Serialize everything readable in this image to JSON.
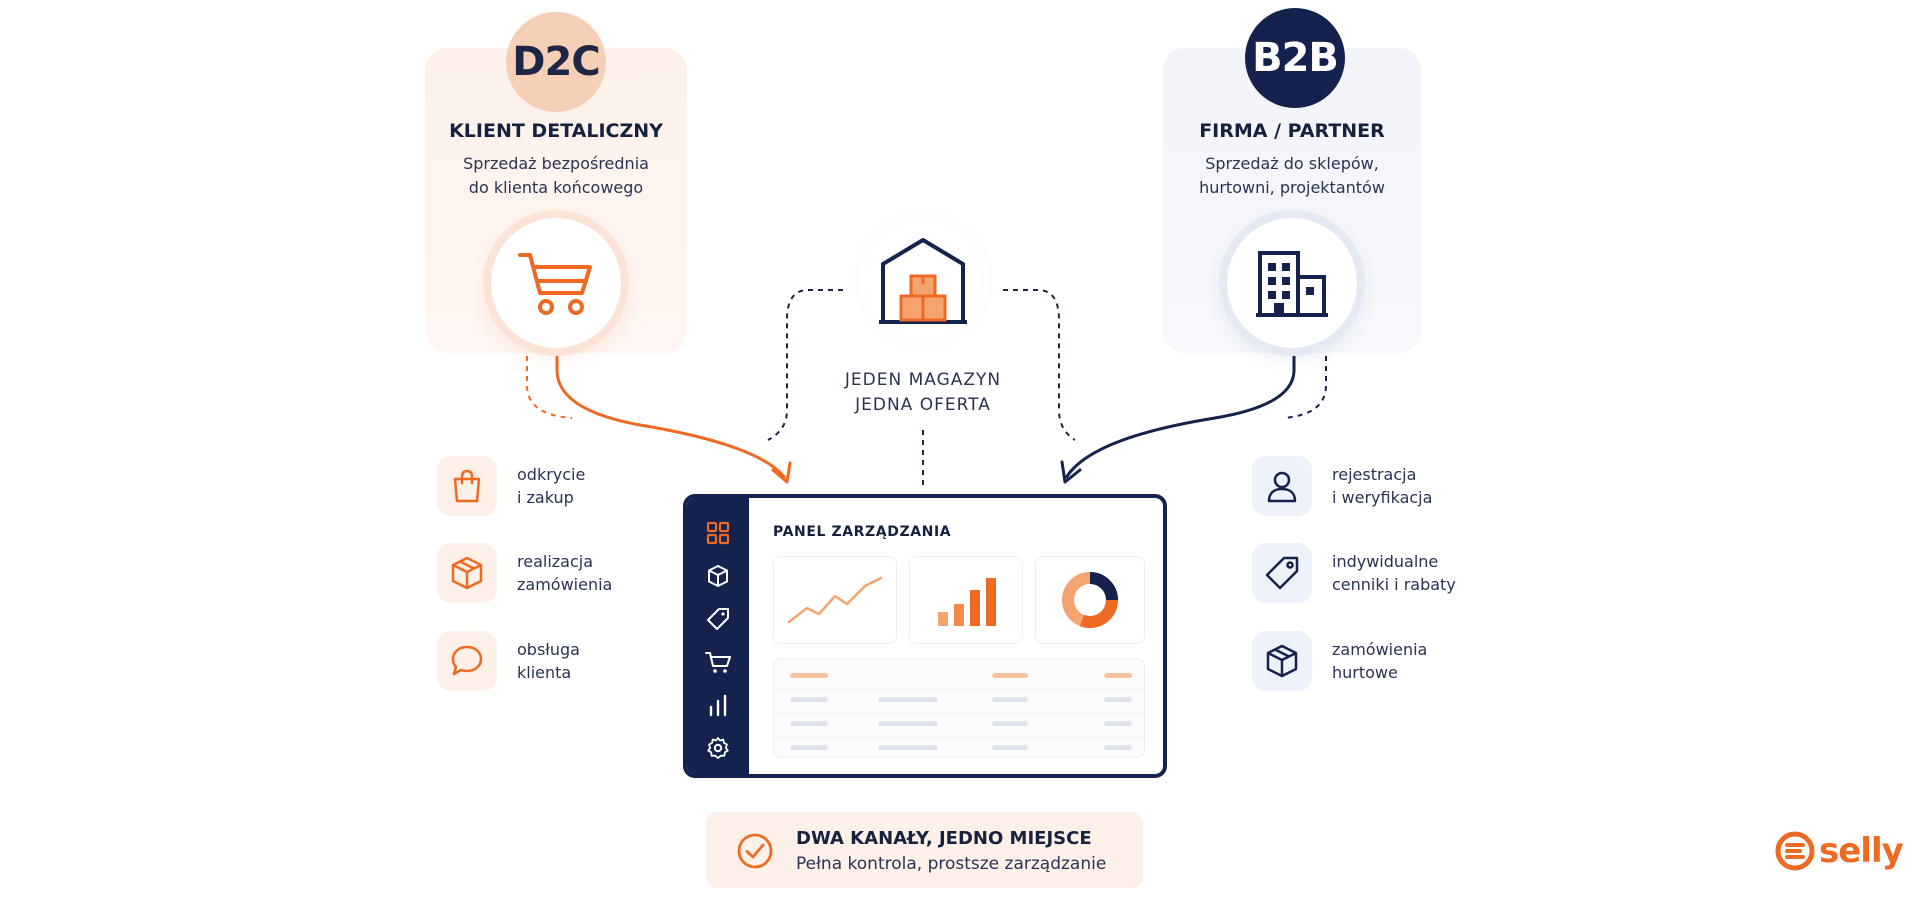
{
  "d2c": {
    "badge": "D2C",
    "title": "KLIENT DETALICZNY",
    "subtitle_line1": "Sprzedaż bezpośrednia",
    "subtitle_line2": "do klienta końcowego",
    "icon": "shopping-cart-icon",
    "color": "#ee6a22"
  },
  "b2b": {
    "badge": "B2B",
    "title": "FIRMA / PARTNER",
    "subtitle_line1": "Sprzedaż do sklepów,",
    "subtitle_line2": "hurtowni, projektantów",
    "icon": "office-building-icon",
    "color": "#14224d"
  },
  "warehouse": {
    "icon": "warehouse-icon",
    "line1": "JEDEN MAGAZYN",
    "line2": "JEDNA OFERTA"
  },
  "left_features": [
    {
      "icon": "shopping-bag-icon",
      "line1": "odkrycie",
      "line2": "i zakup"
    },
    {
      "icon": "package-box-icon",
      "line1": "realizacja",
      "line2": "zamówienia"
    },
    {
      "icon": "chat-bubble-icon",
      "line1": "obsługa",
      "line2": "klienta"
    }
  ],
  "right_features": [
    {
      "icon": "user-icon",
      "line1": "rejestracja",
      "line2": "i weryfikacja"
    },
    {
      "icon": "price-tag-icon",
      "line1": "indywidualne",
      "line2": "cenniki i rabaty"
    },
    {
      "icon": "package-box-icon",
      "line1": "zamówienia",
      "line2": "hurtowe"
    }
  ],
  "panel": {
    "title": "PANEL ZARZĄDZANIA",
    "sidebar_icons": [
      "dashboard-grid-icon",
      "box-icon",
      "tag-icon",
      "cart-icon",
      "bar-chart-icon",
      "settings-gear-icon"
    ],
    "widgets": [
      "line-chart-widget",
      "bar-chart-widget",
      "donut-chart-widget"
    ]
  },
  "banner": {
    "title": "DWA KANAŁY, JEDNO MIEJSCE",
    "subtitle": "Pełna kontrola, prostsze zarządzanie",
    "icon": "checkmark-circle-icon"
  },
  "brand": {
    "name": "selly",
    "icon": "selly-logo-icon"
  }
}
